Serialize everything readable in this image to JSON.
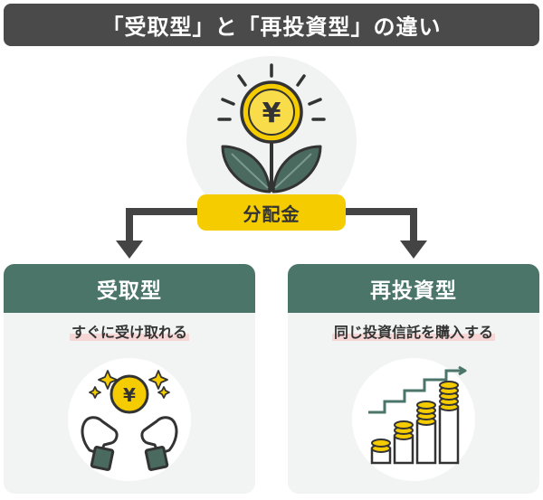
{
  "title": "「受取型」と「再投資型」の違い",
  "center": {
    "label": "分配金"
  },
  "cards": [
    {
      "header": "受取型",
      "subtitle": "すぐに受け取れる"
    },
    {
      "header": "再投資型",
      "subtitle": "同じ投資信託を購入する"
    }
  ],
  "icons": {
    "hero": "yen-coin-sprout-icon",
    "left": "hands-receiving-yen-coin-icon",
    "right": "coin-stacks-growth-icon",
    "coin_symbol": "¥"
  },
  "colors": {
    "title_bg": "#4a4a4a",
    "card_header": "#4a7568",
    "accent_yellow": "#f5cc00",
    "leaf": "#4a6a60",
    "arrow": "#444444",
    "highlight": "#f7d6d6"
  }
}
